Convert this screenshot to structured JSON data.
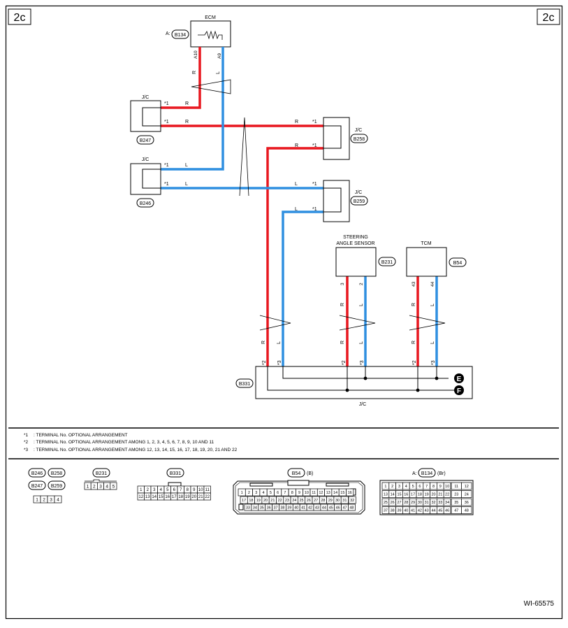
{
  "page": {
    "section_tag": "2c",
    "figure_id": "WI-65575"
  },
  "components": {
    "ecm": {
      "name": "ECM",
      "prefix": "A:",
      "connector": "B134",
      "pins": [
        "A10",
        "A9"
      ]
    },
    "jc_b247": {
      "name": "J/C",
      "connector": "B247"
    },
    "jc_b246": {
      "name": "J/C",
      "connector": "B246"
    },
    "jc_b258": {
      "name": "J/C",
      "connector": "B258"
    },
    "jc_b259": {
      "name": "J/C",
      "connector": "B259"
    },
    "steering_sensor": {
      "name_line1": "STEERING",
      "name_line2": "ANGLE SENSOR",
      "connector": "B231",
      "pins": [
        "3",
        "2"
      ]
    },
    "tcm": {
      "name": "TCM",
      "connector": "B54",
      "pins": [
        "43",
        "44"
      ]
    },
    "jc_b331": {
      "name": "J/C",
      "connector": "B331"
    }
  },
  "wire_colors": {
    "R": "R",
    "L": "L"
  },
  "marks": {
    "star1": "*1",
    "star2": "*2",
    "star3": "*3"
  },
  "ground_points": [
    "E",
    "F"
  ],
  "colors": {
    "red": "#e8171f",
    "blue": "#2f8fe0"
  },
  "notes": [
    {
      "mark": "*1",
      "text": ": TERMINAL No. OPTIONAL ARRANGEMENT"
    },
    {
      "mark": "*2",
      "text": ": TERMINAL No. OPTIONAL ARRANGEMENT AMONG 1, 2, 3, 4, 5, 6, 7, 8, 9, 10 AND 11"
    },
    {
      "mark": "*3",
      "text": ": TERMINAL No. OPTIONAL ARRANGEMENT AMONG 12, 13, 14, 15, 16, 17, 18, 19, 20, 21 AND 22"
    }
  ],
  "connector_views": {
    "jc4": {
      "labels": [
        "B246",
        "B258",
        "B247",
        "B259"
      ],
      "pins": [
        "1",
        "2",
        "3",
        "4"
      ]
    },
    "b231": {
      "label": "B231",
      "pins": [
        "1",
        "2",
        "3",
        "4",
        "5"
      ]
    },
    "b331": {
      "label": "B331",
      "row1": [
        "1",
        "2",
        "3",
        "4",
        "5",
        "6",
        "7",
        "8",
        "9",
        "10",
        "11"
      ],
      "row2": [
        "12",
        "13",
        "14",
        "15",
        "16",
        "17",
        "18",
        "19",
        "20",
        "21",
        "22"
      ]
    },
    "b54": {
      "label": "B54",
      "suffix": "(B)",
      "row1": [
        "1",
        "2",
        "3",
        "4",
        "5",
        "6",
        "7",
        "8",
        "9",
        "10",
        "11",
        "12",
        "13",
        "14",
        "15",
        "16"
      ],
      "row2": [
        "17",
        "18",
        "19",
        "20",
        "21",
        "22",
        "23",
        "24",
        "25",
        "26",
        "27",
        "28",
        "29",
        "30",
        "31",
        "32"
      ],
      "row3": [
        "33",
        "34",
        "35",
        "36",
        "37",
        "38",
        "39",
        "40",
        "41",
        "42",
        "43",
        "44",
        "45",
        "46",
        "47",
        "48"
      ]
    },
    "b134": {
      "prefix": "A:",
      "label": "B134",
      "suffix": "(Br)",
      "rows": [
        [
          "1",
          "2",
          "3",
          "4",
          "5",
          "6",
          "7",
          "8",
          "9",
          "10"
        ],
        [
          "13",
          "14",
          "15",
          "16",
          "17",
          "18",
          "19",
          "20",
          "21",
          "22"
        ],
        [
          "25",
          "26",
          "27",
          "28",
          "29",
          "30",
          "31",
          "32",
          "33",
          "34"
        ],
        [
          "37",
          "38",
          "39",
          "40",
          "41",
          "42",
          "43",
          "44",
          "45",
          "46"
        ]
      ],
      "side_rows": [
        [
          "11",
          "12"
        ],
        [
          "23",
          "24"
        ],
        [
          "35",
          "36"
        ],
        [
          "47",
          "48"
        ]
      ]
    }
  }
}
